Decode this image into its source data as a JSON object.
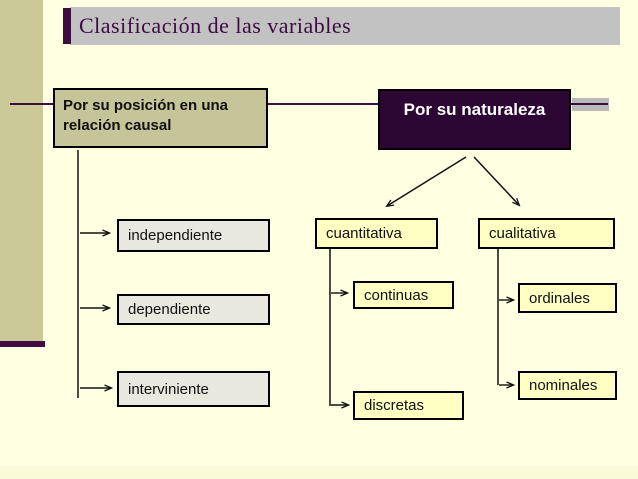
{
  "slide": {
    "title": "Clasificación de las variables"
  },
  "tree": {
    "left_root": {
      "label": "Por su posición en una relación causal"
    },
    "left_children": [
      "independiente",
      "dependiente",
      "interviniente"
    ],
    "right_root": {
      "label": "Por su naturaleza"
    },
    "right_branches": [
      {
        "label": "cuantitativa",
        "children": [
          "continuas",
          "discretas"
        ]
      },
      {
        "label": "cualitativa",
        "children": [
          "ordinales",
          "nominales"
        ]
      }
    ]
  },
  "colors": {
    "background": "#FFFFE2",
    "sidebar_olive": "#CBC897",
    "accent_purple": "#3F0C40",
    "title_bar_gray": "#C2C2C2",
    "left_root_fill": "#C6C499",
    "right_root_fill": "#2D0734",
    "category_box_fill": "#E9E8DF",
    "leaf_box_fill": "#FFFFC4",
    "connector_color": "#111111"
  }
}
